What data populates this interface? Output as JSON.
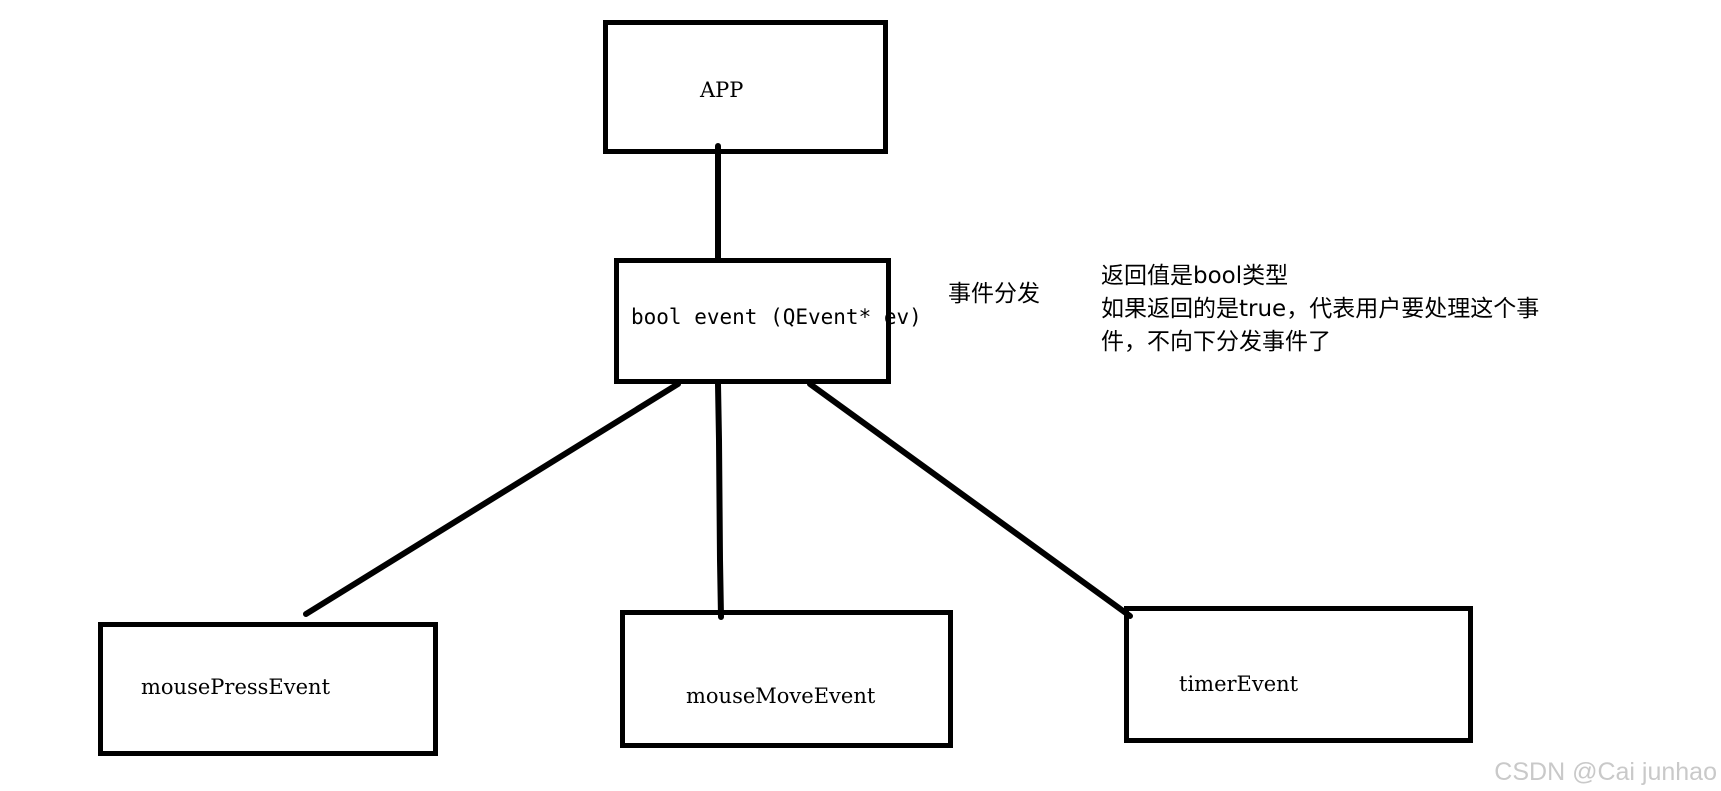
{
  "diagram": {
    "nodes": {
      "app": "APP",
      "event": "bool event (QEvent* ev)",
      "mouse_press": "mousePressEvent",
      "mouse_move": "mouseMoveEvent",
      "timer": "timerEvent"
    },
    "annotations": {
      "dispatch": "事件分发",
      "return_line1": "返回值是bool类型",
      "return_line2": "如果返回的是true，代表用户要处理这个事",
      "return_line3": "件，不向下分发事件了"
    },
    "edges": [
      {
        "from": "app",
        "to": "event"
      },
      {
        "from": "event",
        "to": "mouse_press"
      },
      {
        "from": "event",
        "to": "mouse_move"
      },
      {
        "from": "event",
        "to": "timer"
      }
    ]
  },
  "watermark": "CSDN @Cai junhao",
  "colors": {
    "stroke": "#000000",
    "background": "#ffffff",
    "watermark": "#c9c9c9"
  }
}
